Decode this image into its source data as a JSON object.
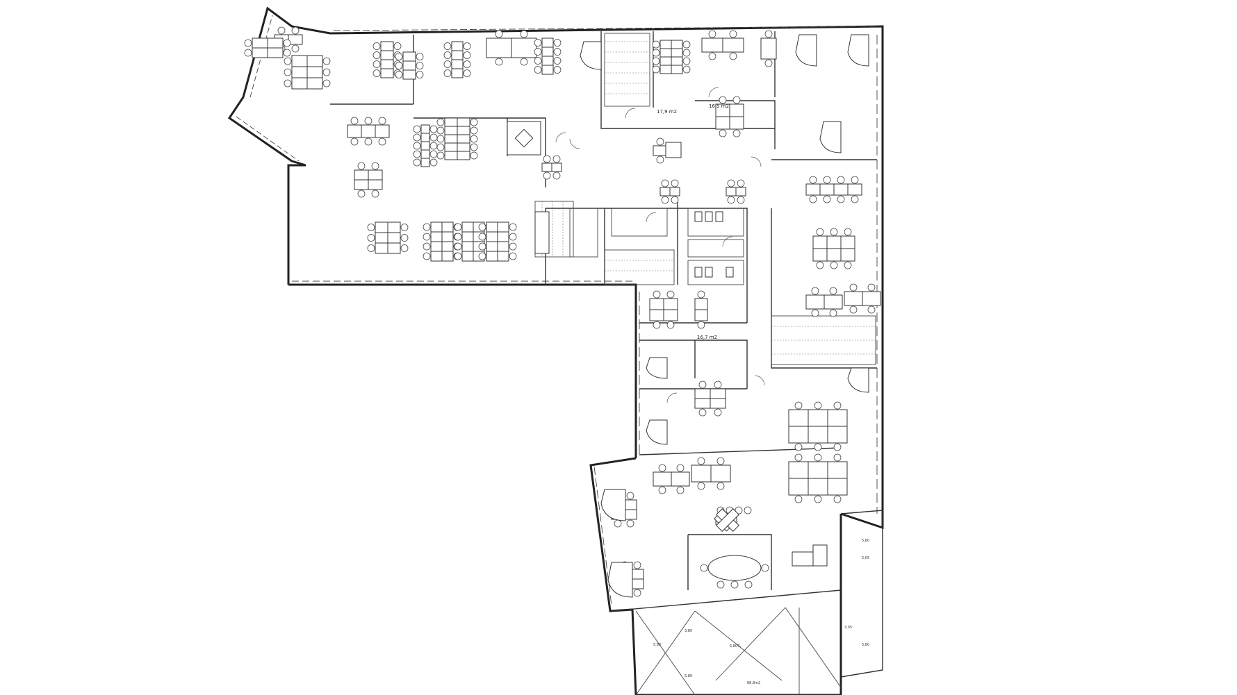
{
  "rooms": {
    "room_a": "17,9 m2",
    "room_b": "16,5 m2",
    "room_c": "16,7 m2"
  },
  "terrace": {
    "lbl1": "5,80",
    "lbl2": "3,80",
    "lbl3": "5,80%",
    "lbl4": "88,8m2",
    "lbl5": "3,05",
    "lbl6": "5,80",
    "lbl7": "5,80",
    "lbl8": "5,05",
    "lbl9": "5,80"
  }
}
